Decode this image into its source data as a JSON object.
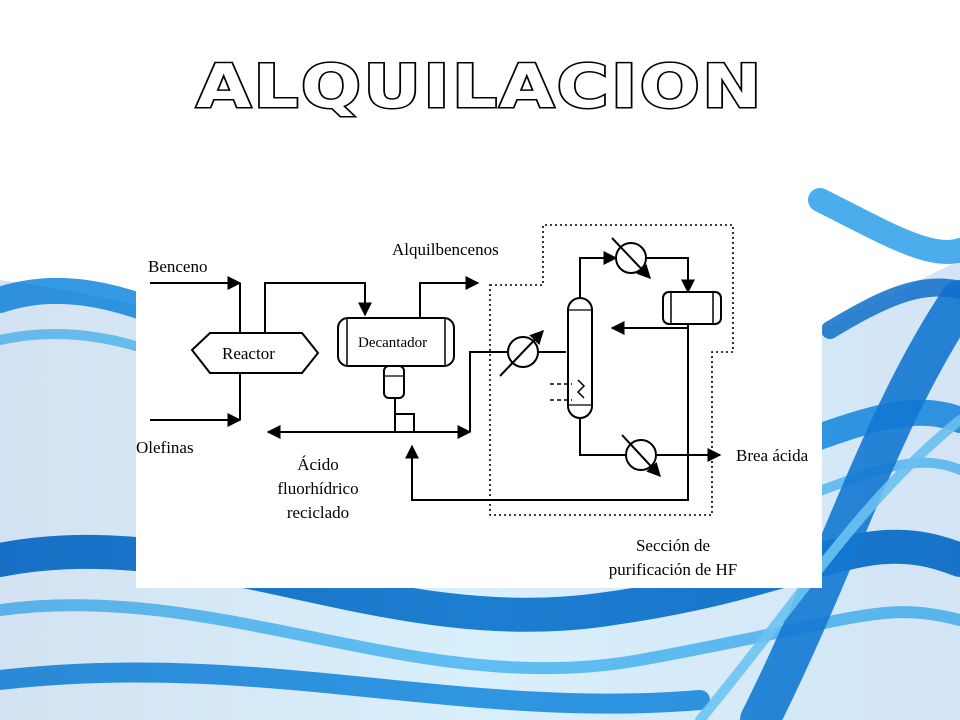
{
  "slide": {
    "title": "ALQUILACION"
  },
  "diagram": {
    "inputs": {
      "benzene": "Benceno",
      "olefins": "Olefinas"
    },
    "units": {
      "reactor": "Reactor",
      "decanter": "Decantador"
    },
    "streams": {
      "alkylbenzenes": "Alquilbencenos",
      "acid_tar": "Brea ácida",
      "recycled_hf_line1": "Ácido",
      "recycled_hf_line2": "fluorhídrico",
      "recycled_hf_line3": "reciclado"
    },
    "section": {
      "line1": "Sección de",
      "line2": "purificación de HF"
    }
  }
}
